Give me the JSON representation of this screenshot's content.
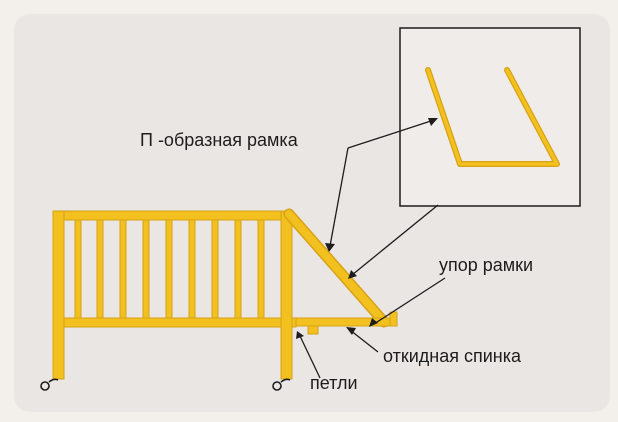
{
  "labels": {
    "u_frame": "П -образная рамка",
    "frame_stop": "упор рамки",
    "fold_back": "откидная спинка",
    "hinges": "петли"
  },
  "colors": {
    "wood": "#f2c01f",
    "wood_edge": "#d8a214",
    "ink": "#1d1d1d",
    "page_bg": "#f3f0ec",
    "card_bg": "#eae6e4",
    "inset_bg": "#efecea"
  },
  "icons": [
    "caster-wheel-icon"
  ]
}
